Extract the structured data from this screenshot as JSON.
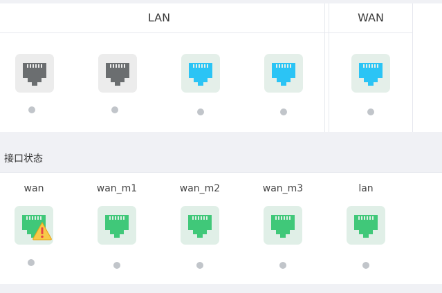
{
  "top_section": {
    "lan_label": "LAN",
    "wan_label": "WAN"
  },
  "status_section": {
    "title": "接口状态",
    "ports": [
      {
        "label": "wan",
        "state": "warning"
      },
      {
        "label": "wan_m1",
        "state": "up"
      },
      {
        "label": "wan_m2",
        "state": "up"
      },
      {
        "label": "wan_m3",
        "state": "up"
      },
      {
        "label": "lan",
        "state": "up"
      }
    ]
  },
  "lan_ports": [
    {
      "state": "inactive"
    },
    {
      "state": "inactive"
    },
    {
      "state": "active"
    },
    {
      "state": "active"
    }
  ],
  "wan_ports": [
    {
      "state": "active"
    }
  ],
  "colors": {
    "inactive": "#6b6e70",
    "active_blue": "#2bc4f5",
    "up_green": "#40c879",
    "warning_yellow": "#f7c948",
    "warning_red": "#e84545",
    "indicator": "#c1c5ca"
  }
}
